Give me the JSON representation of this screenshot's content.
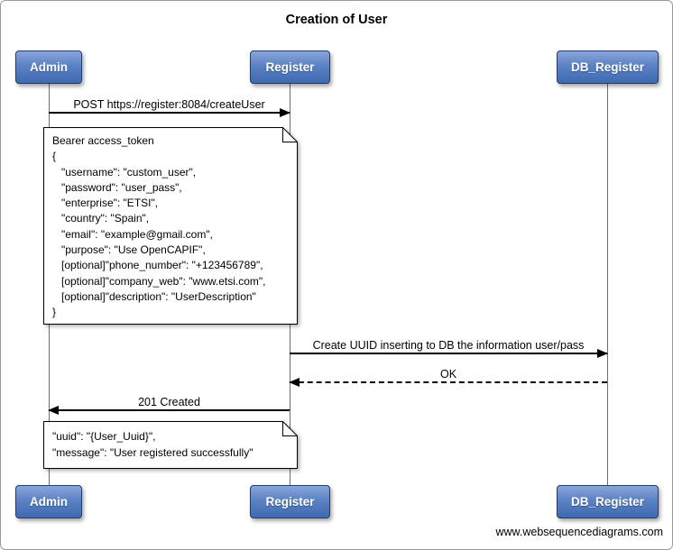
{
  "title": "Creation of User",
  "actors": {
    "admin": "Admin",
    "register": "Register",
    "db_register": "DB_Register"
  },
  "messages": {
    "post_create_user": "POST https://register:8084/createUser",
    "create_uuid": "Create UUID inserting to DB the information user/pass",
    "ok": "OK",
    "created_201": "201 Created"
  },
  "notes": {
    "request_body": {
      "lines": [
        "Bearer access_token",
        "{",
        "   \"username\": \"custom_user\",",
        "   \"password\": \"user_pass\",",
        "   \"enterprise\": \"ETSI\",",
        "   \"country\": \"Spain\",",
        "   \"email\": \"example@gmail.com\",",
        "   \"purpose\": \"Use OpenCAPIF\",",
        "   [optional]\"phone_number\": \"+123456789\",",
        "   [optional]\"company_web\": \"www.etsi.com\",",
        "   [optional]\"description\": \"UserDescription\"",
        "}"
      ]
    },
    "response_body": {
      "lines": [
        "\"uuid\": \"{User_Uuid}\",",
        "\"message\": \"User registered successfully\""
      ]
    }
  },
  "watermark": "www.websequencediagrams.com"
}
